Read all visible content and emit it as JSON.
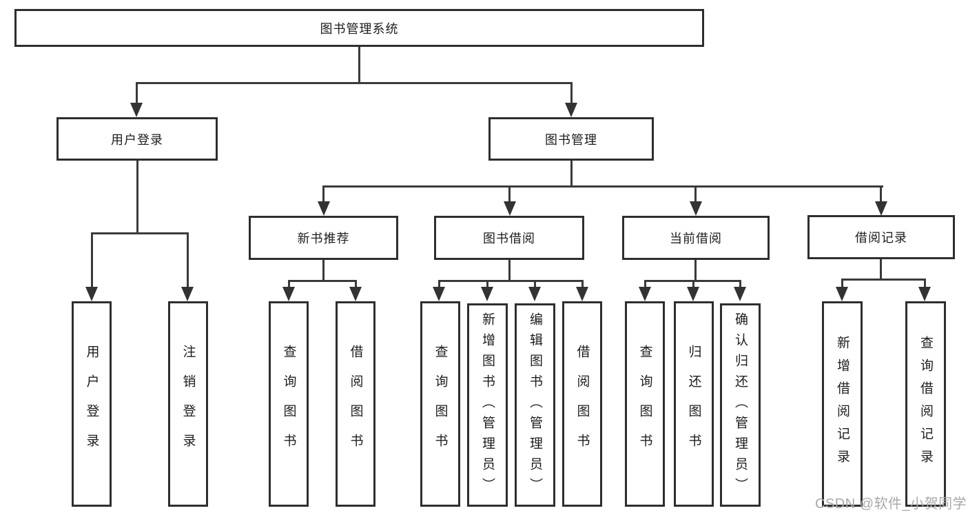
{
  "nodes": {
    "root": "图书管理系统",
    "user_login": "用户登录",
    "book_mgmt": "图书管理",
    "new_book_rec": "新书推荐",
    "book_borrow": "图书借阅",
    "current_borrow": "当前借阅",
    "borrow_records": "借阅记录",
    "leaf_user_login": "用户登录",
    "leaf_logout": "注销登录",
    "leaf_nb_query": "查询图书",
    "leaf_nb_borrow": "借阅图书",
    "leaf_bb_query": "查询图书",
    "leaf_bb_add": "新增图书（管理员）",
    "leaf_bb_edit": "编辑图书（管理员）",
    "leaf_bb_borrow": "借阅图书",
    "leaf_cb_query": "查询图书",
    "leaf_cb_return": "归还图书",
    "leaf_cb_confirm": "确认归还（管理员）",
    "leaf_br_add": "新增借阅记录",
    "leaf_br_query": "查询借阅记录"
  },
  "watermark": "CSDN @软件_小贺同学",
  "colors": {
    "background": "#ffffff",
    "box_border": "#2e2e2e",
    "line": "#3a3a3a",
    "text": "#1d1d1d",
    "watermark": "#a9a9a9"
  }
}
